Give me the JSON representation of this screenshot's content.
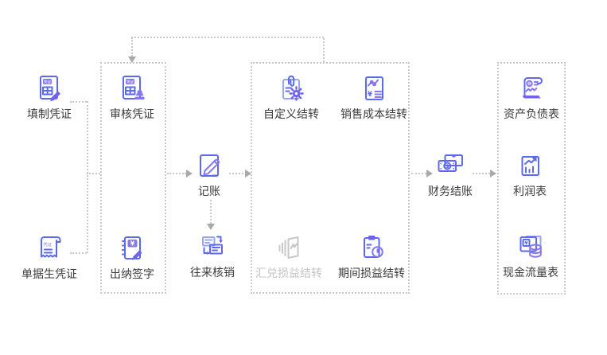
{
  "meta": {
    "background": "#ffffff",
    "accent_blue": "#5b69f0",
    "accent_purple": "#8577f2",
    "accent_deep": "#6f63ee",
    "connector_gray": "#c9c9c9",
    "label_color": "#3b3b3b",
    "disabled_color": "#c4c4c4"
  },
  "nodes": {
    "fill_voucher": {
      "label": "填制凭证",
      "icon_text": "凭证"
    },
    "doc_gen_voucher": {
      "label": "单据生凭证",
      "icon_text": "凭证"
    },
    "audit_voucher": {
      "label": "审核凭证",
      "icon_text": "凭证"
    },
    "cashier_sign": {
      "label": "出纳签字",
      "icon_text": "¥"
    },
    "bookkeeping": {
      "label": "记账"
    },
    "transfer_writeoff": {
      "label": "往来核销"
    },
    "custom_carryover": {
      "label": "自定义结转"
    },
    "sales_cost_carryover": {
      "label": "销售成本结转",
      "icon_text": "¥"
    },
    "exchange_carryover": {
      "label": "汇兑损益结转",
      "disabled": true
    },
    "period_carryover": {
      "label": "期间损益结转"
    },
    "financial_closing": {
      "label": "财务结账",
      "icon_text": "$"
    },
    "balance_sheet": {
      "label": "资产负债表",
      "icon_text": "$"
    },
    "profit_statement": {
      "label": "利润表"
    },
    "cash_flow_statement": {
      "label": "现金流量表",
      "icon_text": "¥"
    }
  },
  "groups": [
    {
      "id": "voucher_group",
      "members": [
        "audit_voucher",
        "cashier_sign"
      ]
    },
    {
      "id": "carryover_group",
      "members": [
        "custom_carryover",
        "sales_cost_carryover",
        "exchange_carryover",
        "period_carryover"
      ]
    },
    {
      "id": "report_group",
      "members": [
        "balance_sheet",
        "profit_statement",
        "cash_flow_statement"
      ]
    }
  ],
  "edges": [
    {
      "from": "fill_voucher",
      "to": "voucher_group"
    },
    {
      "from": "doc_gen_voucher",
      "to": "voucher_group"
    },
    {
      "from": "voucher_group",
      "to": "bookkeeping"
    },
    {
      "from": "bookkeeping",
      "to": "carryover_group"
    },
    {
      "from": "bookkeeping",
      "to": "transfer_writeoff"
    },
    {
      "from": "carryover_group",
      "to": "voucher_group",
      "note": "feedback loop across top"
    },
    {
      "from": "carryover_group",
      "to": "financial_closing"
    },
    {
      "from": "financial_closing",
      "to": "report_group"
    }
  ]
}
